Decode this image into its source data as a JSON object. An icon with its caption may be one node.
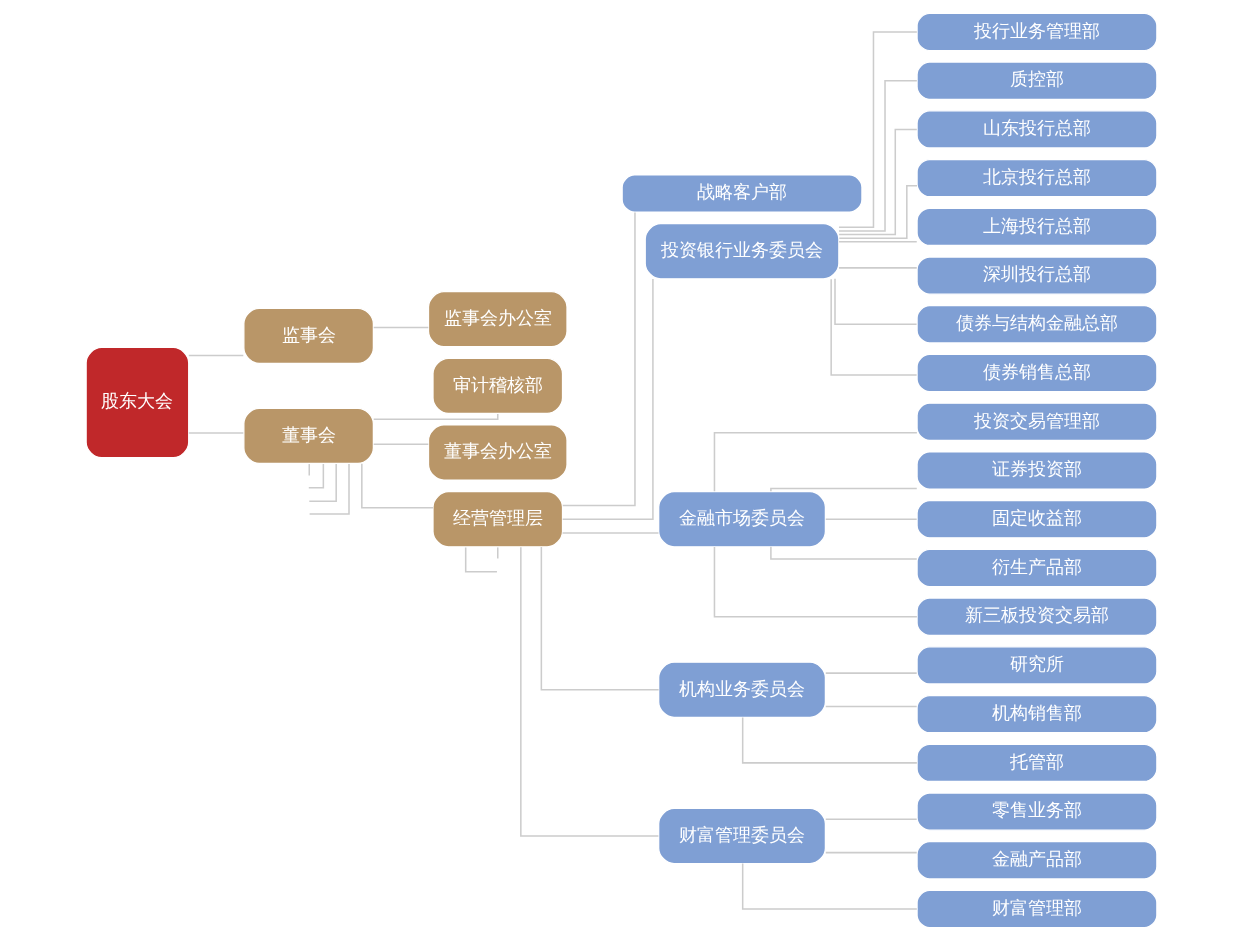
{
  "diagram": {
    "nodes": [
      {
        "text": [
          "股东大会"
        ]
      },
      {
        "text": [
          "监事会"
        ]
      },
      {
        "text": [
          "监事会办公室"
        ]
      },
      {
        "text": [
          "董事会"
        ]
      },
      {
        "text": [
          "审计稽核部"
        ]
      },
      {
        "text": [
          "董事会办公室"
        ]
      },
      {
        "text": [
          "经营管理层"
        ]
      },
      {
        "text": [
          "战略客户部"
        ]
      },
      {
        "text": [
          "投资银行业务委员会"
        ]
      },
      {
        "text": [
          "投行业务管理部"
        ]
      },
      {
        "text": [
          "质控部"
        ]
      },
      {
        "text": [
          "山东投行总部"
        ]
      },
      {
        "text": [
          "北京投行总部"
        ]
      },
      {
        "text": [
          "上海投行总部"
        ]
      },
      {
        "text": [
          "深圳投行总部"
        ]
      },
      {
        "text": [
          "债券与结构金融总部"
        ]
      },
      {
        "text": [
          "债券销售总部"
        ]
      },
      {
        "text": [
          "金融市场委员会"
        ]
      },
      {
        "text": [
          "投资交易管理部"
        ]
      },
      {
        "text": [
          "证券投资部"
        ]
      },
      {
        "text": [
          "固定收益部"
        ]
      },
      {
        "text": [
          "衍生产品部"
        ]
      },
      {
        "text": [
          "新三板投资交易部"
        ]
      },
      {
        "text": [
          "机构业务委员会"
        ]
      },
      {
        "text": [
          "研究所"
        ]
      },
      {
        "text": [
          "机构销售部"
        ]
      },
      {
        "text": [
          "托管部"
        ]
      },
      {
        "text": [
          "财富管理委员会"
        ]
      },
      {
        "text": [
          "零售业务部"
        ]
      },
      {
        "text": [
          "金融产品部"
        ]
      },
      {
        "text": [
          "财富管理部"
        ]
      }
    ],
    "edges": [
      {
        "from": 0,
        "to": 1,
        "arrow": "none"
      },
      {
        "from": 0,
        "to": 3,
        "arrow": "none"
      },
      {
        "from": 1,
        "to": 2,
        "arrow": "none"
      },
      {
        "from": 3,
        "to": 4,
        "arrow": "none"
      },
      {
        "from": 3,
        "to": 5,
        "arrow": "none"
      },
      {
        "from": 3,
        "to": 6,
        "arrow": "none"
      },
      {
        "from": 3,
        "to": null,
        "arrow": "none"
      },
      {
        "from": 3,
        "to": null,
        "arrow": "none"
      },
      {
        "from": 3,
        "to": null,
        "arrow": "none"
      },
      {
        "from": 3,
        "to": null,
        "arrow": "none"
      },
      {
        "from": 6,
        "to": null,
        "arrow": "none"
      },
      {
        "from": 6,
        "to": 7,
        "arrow": "none"
      },
      {
        "from": 6,
        "to": 8,
        "arrow": "none"
      },
      {
        "from": 6,
        "to": 17,
        "arrow": "none"
      },
      {
        "from": 6,
        "to": 23,
        "arrow": "none"
      },
      {
        "from": 6,
        "to": 27,
        "arrow": "none"
      },
      {
        "from": 6,
        "to": null,
        "arrow": "none"
      },
      {
        "from": 8,
        "to": 9,
        "arrow": "none"
      },
      {
        "from": 8,
        "to": 10,
        "arrow": "none"
      },
      {
        "from": 8,
        "to": 11,
        "arrow": "none"
      },
      {
        "from": 8,
        "to": 12,
        "arrow": "none"
      },
      {
        "from": 8,
        "to": 13,
        "arrow": "none"
      },
      {
        "from": 8,
        "to": 14,
        "arrow": "none"
      },
      {
        "from": 8,
        "to": 15,
        "arrow": "none"
      },
      {
        "from": 8,
        "to": 16,
        "arrow": "none"
      },
      {
        "from": 17,
        "to": 18,
        "arrow": "none"
      },
      {
        "from": 17,
        "to": 19,
        "arrow": "none"
      },
      {
        "from": 17,
        "to": 20,
        "arrow": "none"
      },
      {
        "from": 17,
        "to": 21,
        "arrow": "none"
      },
      {
        "from": 17,
        "to": 22,
        "arrow": "none"
      },
      {
        "from": 23,
        "to": 24,
        "arrow": "none"
      },
      {
        "from": 23,
        "to": 25,
        "arrow": "none"
      },
      {
        "from": 23,
        "to": 26,
        "arrow": "none"
      },
      {
        "from": 27,
        "to": 28,
        "arrow": "none"
      },
      {
        "from": 27,
        "to": 29,
        "arrow": "none"
      },
      {
        "from": 27,
        "to": 30,
        "arrow": "none"
      }
    ]
  }
}
